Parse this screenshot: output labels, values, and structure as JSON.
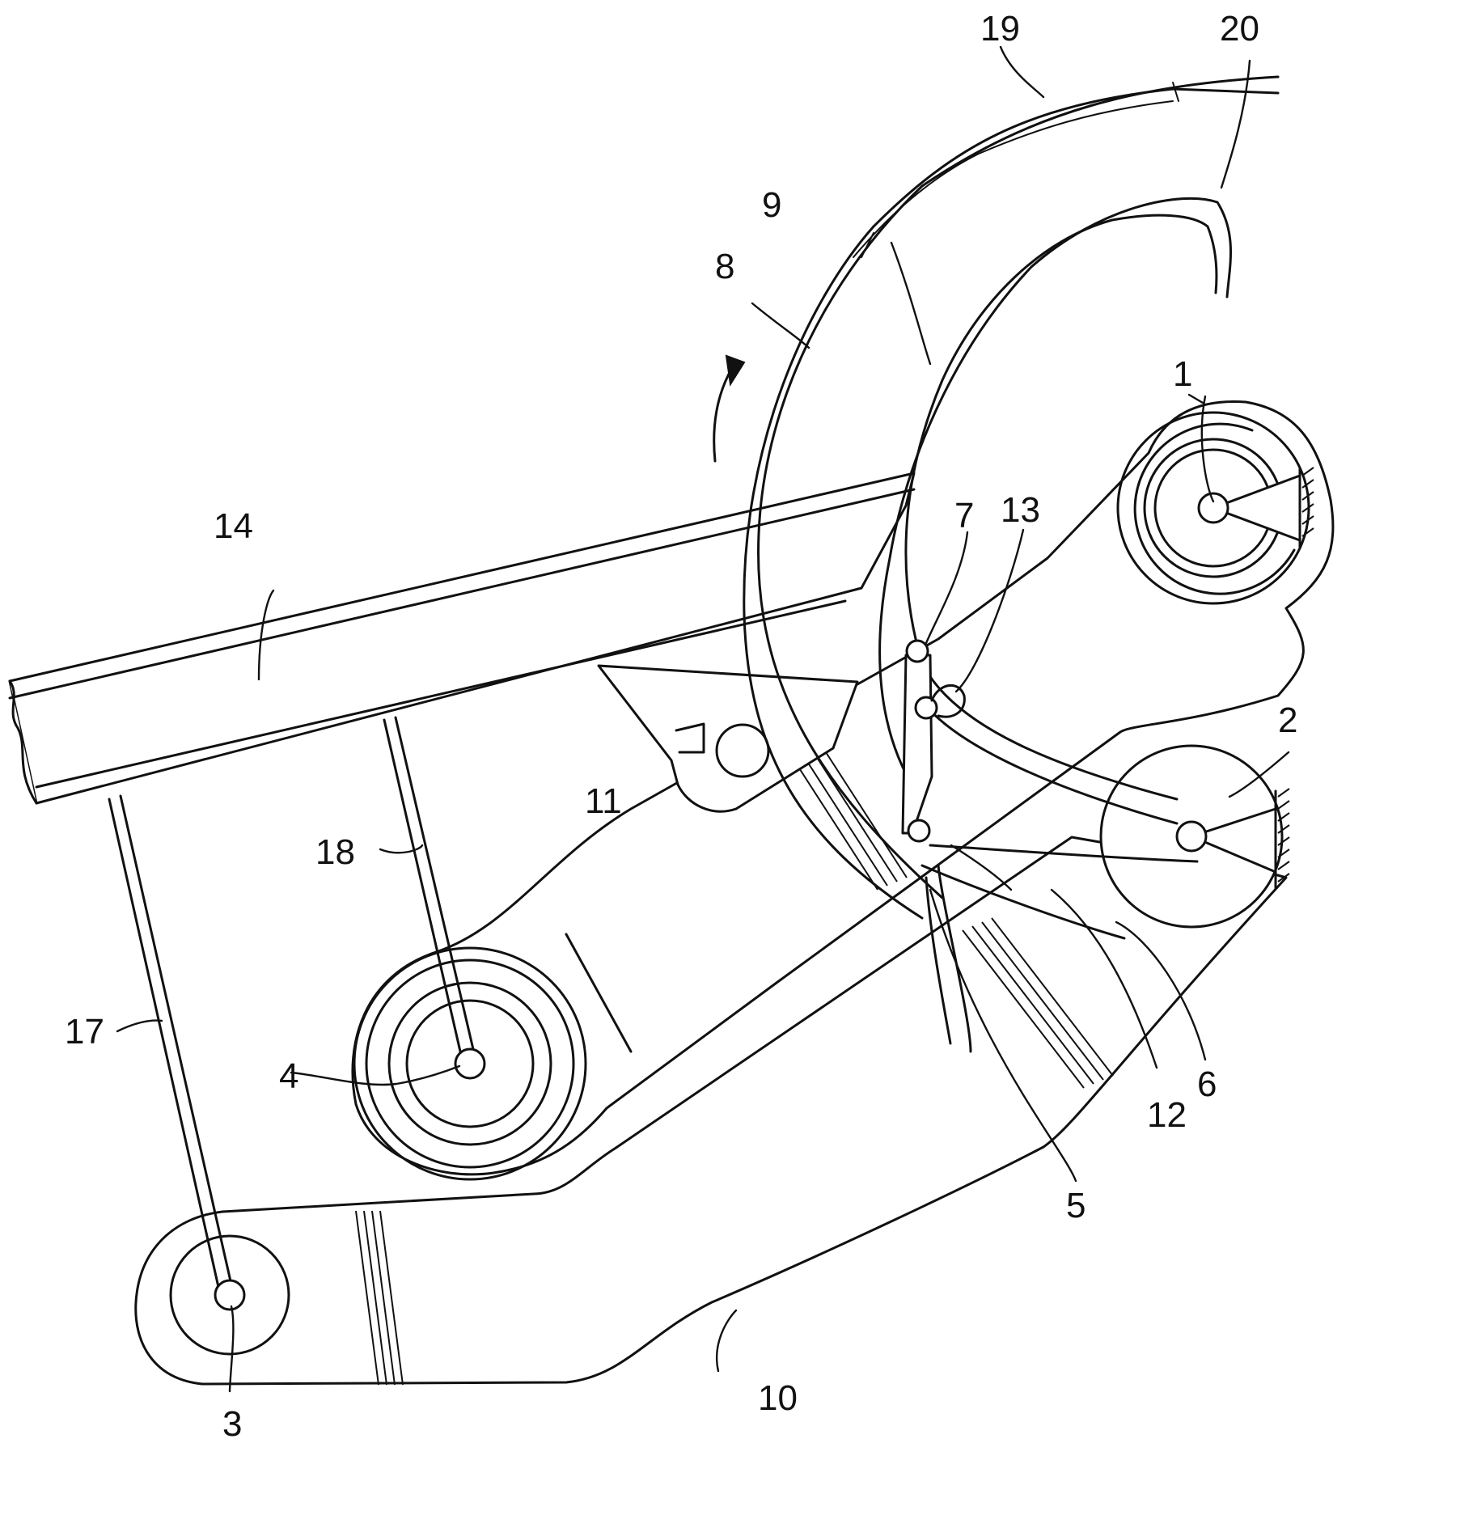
{
  "figure": {
    "labels": [
      {
        "id": "1",
        "text": "1"
      },
      {
        "id": "2",
        "text": "2"
      },
      {
        "id": "3",
        "text": "3"
      },
      {
        "id": "4",
        "text": "4"
      },
      {
        "id": "5",
        "text": "5"
      },
      {
        "id": "6",
        "text": "6"
      },
      {
        "id": "7",
        "text": "7"
      },
      {
        "id": "8",
        "text": "8"
      },
      {
        "id": "9",
        "text": "9"
      },
      {
        "id": "10",
        "text": "10"
      },
      {
        "id": "11",
        "text": "11"
      },
      {
        "id": "12",
        "text": "12"
      },
      {
        "id": "13",
        "text": "13"
      },
      {
        "id": "14",
        "text": "14"
      },
      {
        "id": "17",
        "text": "17"
      },
      {
        "id": "18",
        "text": "18"
      },
      {
        "id": "19",
        "text": "19"
      },
      {
        "id": "20",
        "text": "20"
      }
    ]
  }
}
